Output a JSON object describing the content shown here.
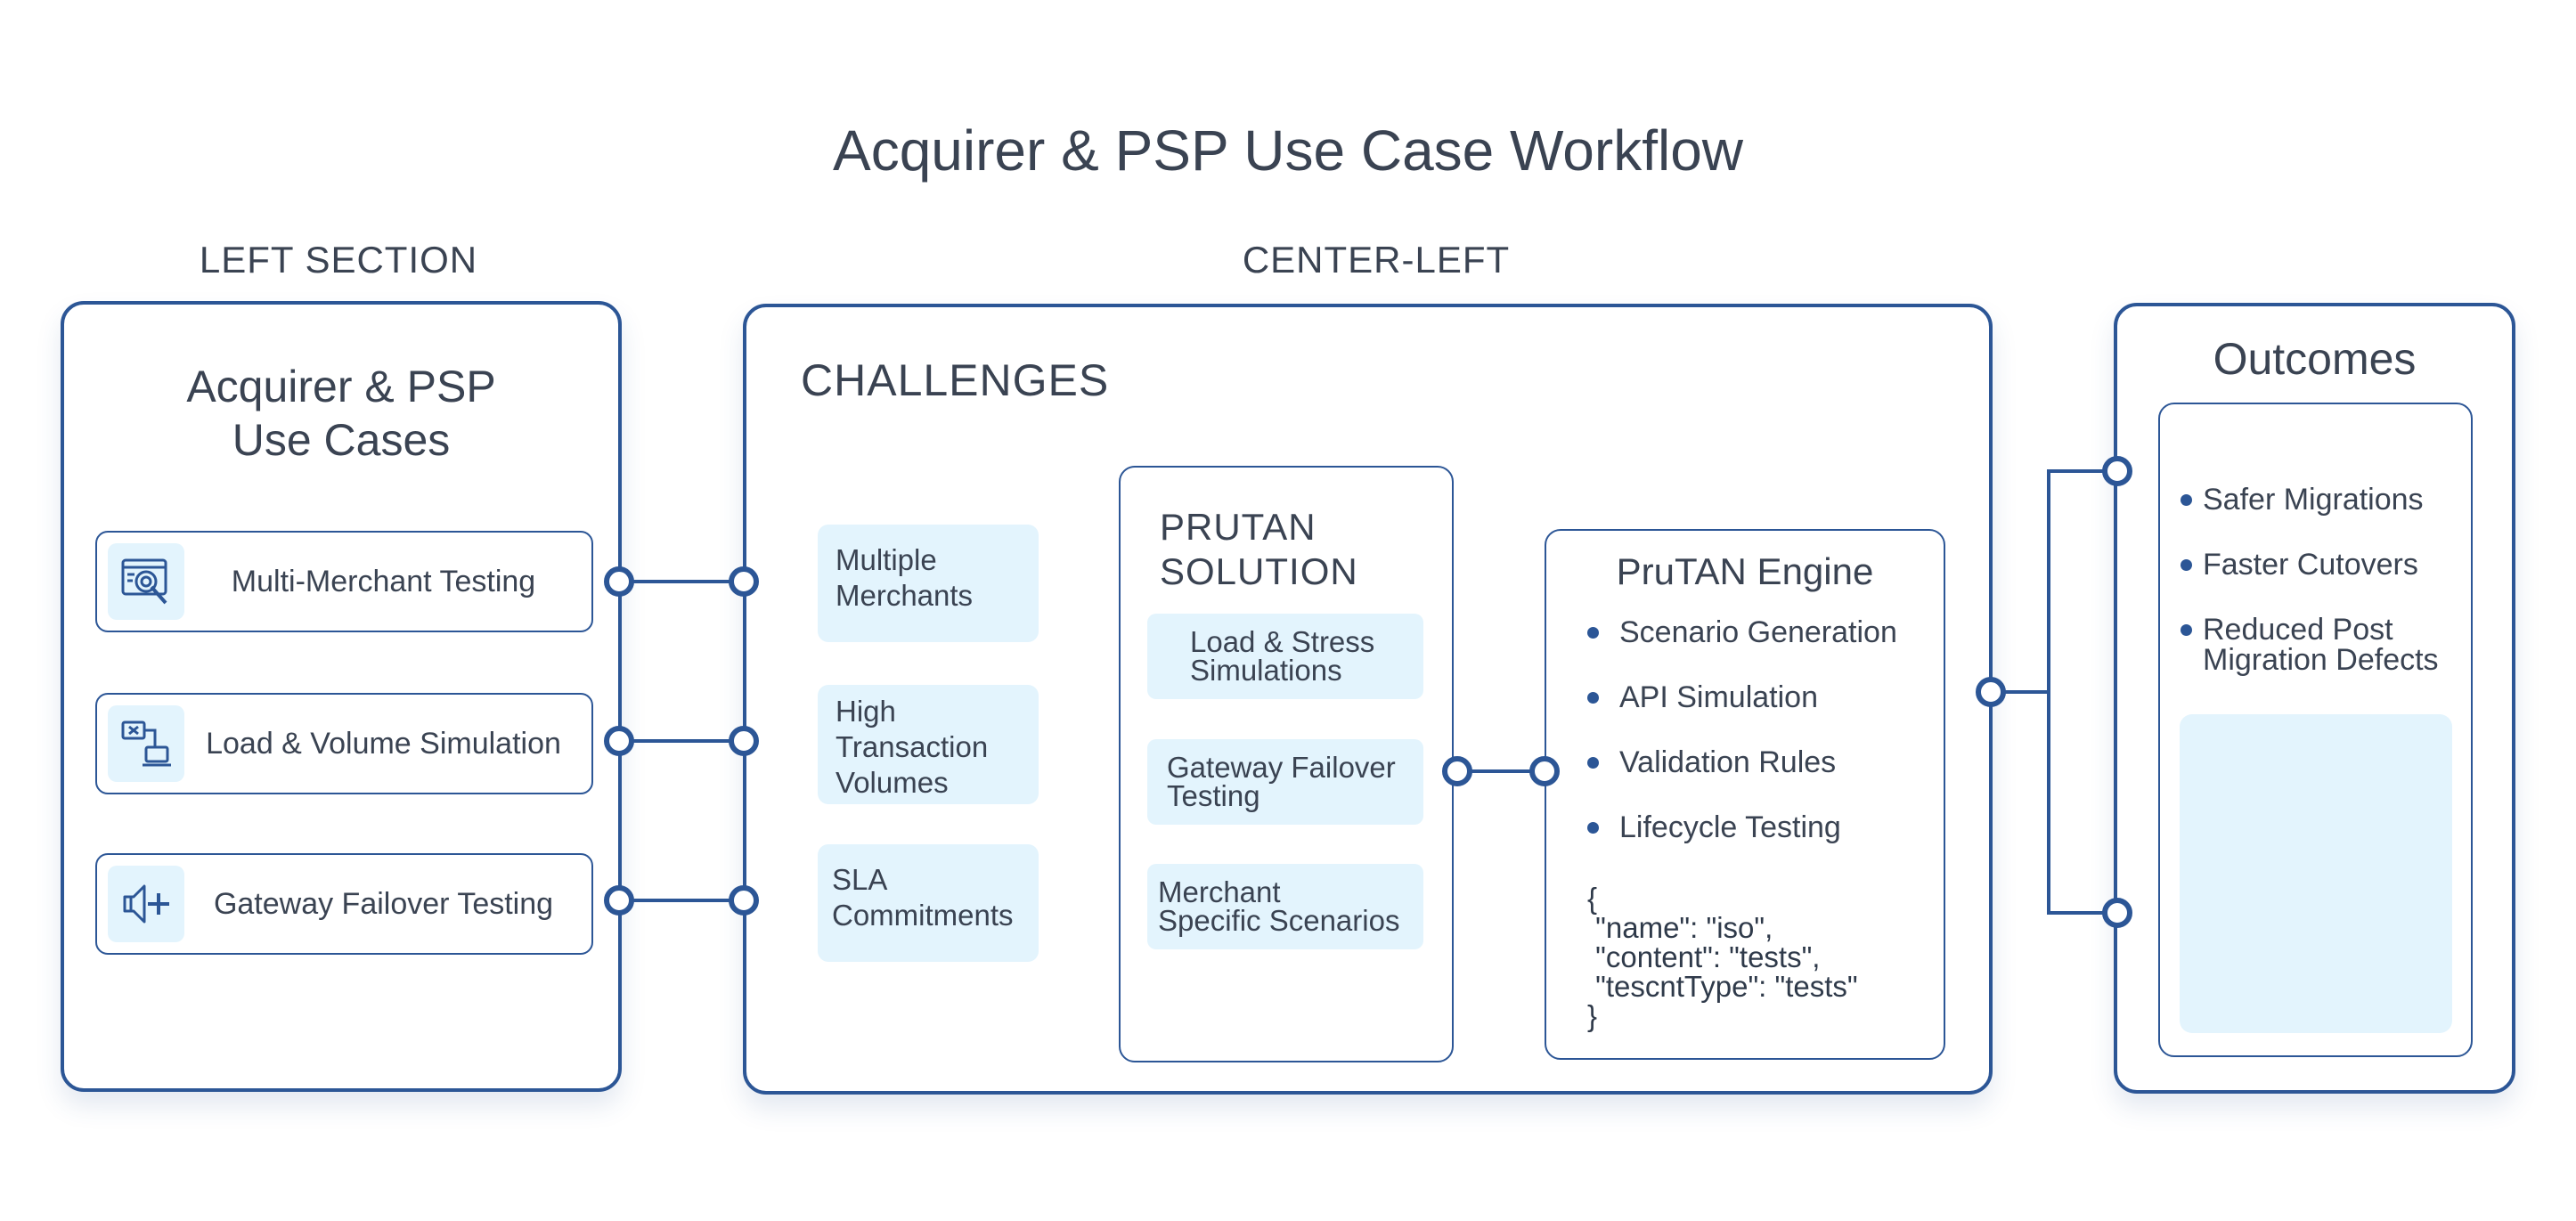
{
  "title": "Acquirer & PSP Use Case Workflow",
  "labels": {
    "left": "LEFT SECTION",
    "center": "CENTER-LEFT"
  },
  "left_panel": {
    "title_line1": "Acquirer & PSP",
    "title_line2": "Use Cases",
    "items": [
      {
        "label": "Multi-Merchant Testing",
        "icon": "dashboard-target-icon"
      },
      {
        "label": "Load & Volume Simulation",
        "icon": "network-devices-icon"
      },
      {
        "label": "Gateway Failover Testing",
        "icon": "speaker-plus-icon"
      }
    ]
  },
  "challenges": {
    "title": "CHALLENGES",
    "items": [
      {
        "line1": "Multiple",
        "line2": "Merchants",
        "line3": ""
      },
      {
        "line1": "High",
        "line2": "Transaction",
        "line3": "Volumes"
      },
      {
        "line1": "SLA",
        "line2": "Commitments",
        "line3": ""
      }
    ]
  },
  "solution": {
    "title_line1": "PRUTAN",
    "title_line2": "SOLUTION",
    "items": [
      {
        "line1": "Load & Stress",
        "line2": "Simulations"
      },
      {
        "line1": "Gateway Failover",
        "line2": "Testing"
      },
      {
        "line1": "Merchant",
        "line2": "Specific Scenarios"
      }
    ]
  },
  "engine": {
    "title": "PruTAN Engine",
    "items": [
      "Scenario Generation",
      "API Simulation",
      "Validation Rules",
      "Lifecycle Testing"
    ],
    "code": "{\n \"name\": \"iso\",\n \"content\": \"tests\",\n \"tescntType\": \"tests\"\n}"
  },
  "outcomes": {
    "title": "Outcomes",
    "items": [
      {
        "line1": "Safer Migrations",
        "line2": ""
      },
      {
        "line1": "Faster Cutovers",
        "line2": ""
      },
      {
        "line1": "Reduced Post",
        "line2": "Migration Defects"
      }
    ]
  },
  "colors": {
    "accent": "#2c5696",
    "chip": "#e3f4fd",
    "text": "#3a4352"
  }
}
